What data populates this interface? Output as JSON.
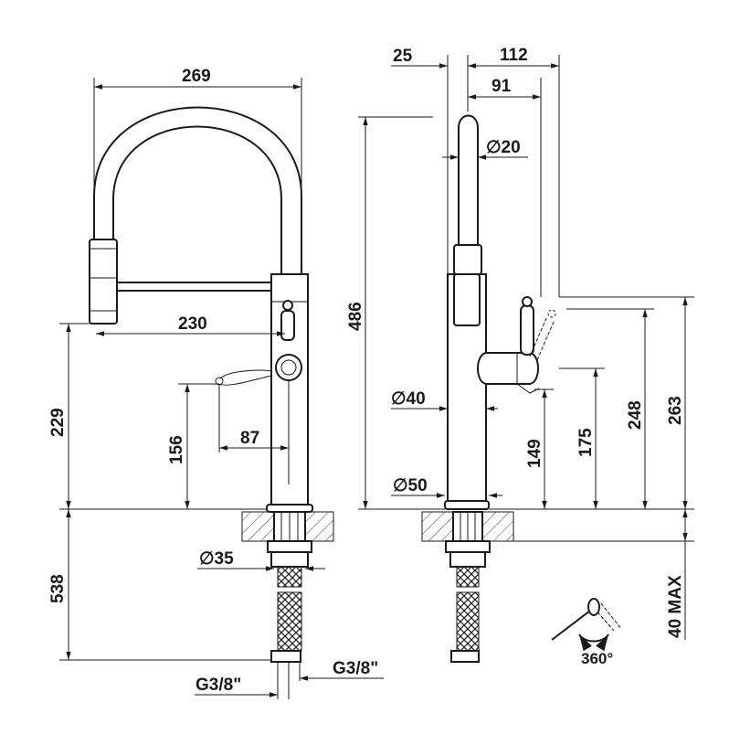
{
  "front_view": {
    "width_269": "269",
    "spout_reach_230": "230",
    "handle_offset_87": "87",
    "handle_height_156": "156",
    "spout_height_229": "229",
    "hose_length_538": "538",
    "mount_diameter": "∅35",
    "connector_left": "G3/8\"",
    "connector_right": "G3/8\""
  },
  "side_view": {
    "depth_25": "25",
    "depth_112": "112",
    "depth_91": "91",
    "height_486": "486",
    "spout_diameter": "∅20",
    "body_diameter": "∅40",
    "base_diameter": "∅50",
    "height_149": "149",
    "height_175": "175",
    "height_248": "248",
    "height_263": "263",
    "deck_thickness": "40 MAX"
  },
  "rotation_label": "360°"
}
